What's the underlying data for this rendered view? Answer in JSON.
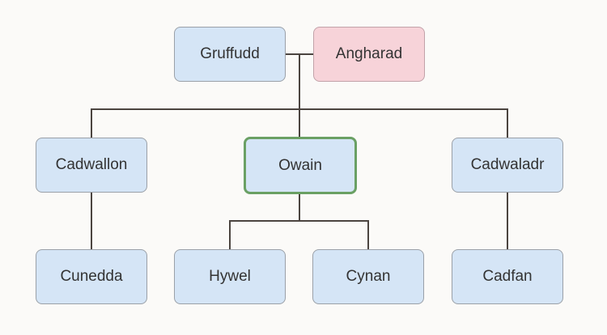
{
  "diagram": {
    "type": "family-tree",
    "colors": {
      "background": "#fbfaf8",
      "node_fill_blue": "#d5e5f6",
      "node_border_gray": "#9aa0a8",
      "node_fill_pink": "#f7d3d9",
      "node_border_pink": "#c2a2a9",
      "highlight_border_green": "#6aa064",
      "edge_line": "#4b4440",
      "text": "#333333"
    },
    "nodes": [
      {
        "id": "gruffudd",
        "label": "Gruffudd",
        "variant": "blue"
      },
      {
        "id": "angharad",
        "label": "Angharad",
        "variant": "pink"
      },
      {
        "id": "cadwallon",
        "label": "Cadwallon",
        "variant": "blue"
      },
      {
        "id": "owain",
        "label": "Owain",
        "variant": "highlight"
      },
      {
        "id": "cadwaladr",
        "label": "Cadwaladr",
        "variant": "blue"
      },
      {
        "id": "cunedda",
        "label": "Cunedda",
        "variant": "blue"
      },
      {
        "id": "hywel",
        "label": "Hywel",
        "variant": "blue"
      },
      {
        "id": "cynan",
        "label": "Cynan",
        "variant": "blue"
      },
      {
        "id": "cadfan",
        "label": "Cadfan",
        "variant": "blue"
      }
    ],
    "edges": [
      {
        "from": "gruffudd",
        "to": "angharad",
        "relation": "couple"
      },
      {
        "from": "gruffudd-angharad",
        "to": "cadwallon",
        "relation": "child"
      },
      {
        "from": "gruffudd-angharad",
        "to": "owain",
        "relation": "child"
      },
      {
        "from": "gruffudd-angharad",
        "to": "cadwaladr",
        "relation": "child"
      },
      {
        "from": "cadwallon",
        "to": "cunedda",
        "relation": "child"
      },
      {
        "from": "owain",
        "to": "hywel",
        "relation": "child"
      },
      {
        "from": "owain",
        "to": "cynan",
        "relation": "child"
      },
      {
        "from": "cadwaladr",
        "to": "cadfan",
        "relation": "child"
      }
    ]
  }
}
